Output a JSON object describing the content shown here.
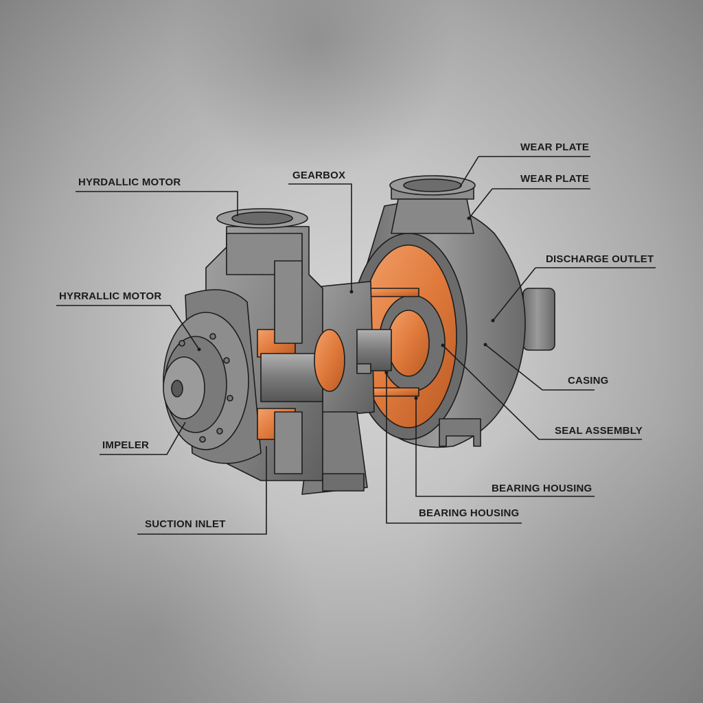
{
  "diagram": {
    "type": "cutaway-illustration",
    "subject": "centrifugal pump assembly",
    "colors": {
      "casing": "#8a8a8a",
      "casing_dark": "#5e5e5e",
      "highlight_copper": "#e07a3c",
      "outline": "#1c1c1c",
      "label_text": "#1b1b1b"
    },
    "labels": [
      {
        "id": "hyrdallic-motor",
        "text": "HYRDALLIC MOTOR",
        "side": "left"
      },
      {
        "id": "gearbox",
        "text": "GEARBOX",
        "side": "top"
      },
      {
        "id": "wear-plate-1",
        "text": "WEAR PLATE",
        "side": "right"
      },
      {
        "id": "wear-plate-2",
        "text": "WEAR PLATE",
        "side": "right"
      },
      {
        "id": "hyrrallic-motor",
        "text": "HYRRALLIC MOTOR",
        "side": "left"
      },
      {
        "id": "discharge-outlet",
        "text": "DISCHARGE OUTLET",
        "side": "right"
      },
      {
        "id": "casing",
        "text": "CASING",
        "side": "right"
      },
      {
        "id": "seal-assembly",
        "text": "SEAL ASSEMBLY",
        "side": "right"
      },
      {
        "id": "impeler",
        "text": "IMPELER",
        "side": "left"
      },
      {
        "id": "bearing-housing-1",
        "text": "BEARING HOUSING",
        "side": "bottom"
      },
      {
        "id": "bearing-housing-2",
        "text": "BEARING HOUSING",
        "side": "bottom"
      },
      {
        "id": "suction-inlet",
        "text": "SUCTION INLET",
        "side": "bottom"
      }
    ]
  }
}
